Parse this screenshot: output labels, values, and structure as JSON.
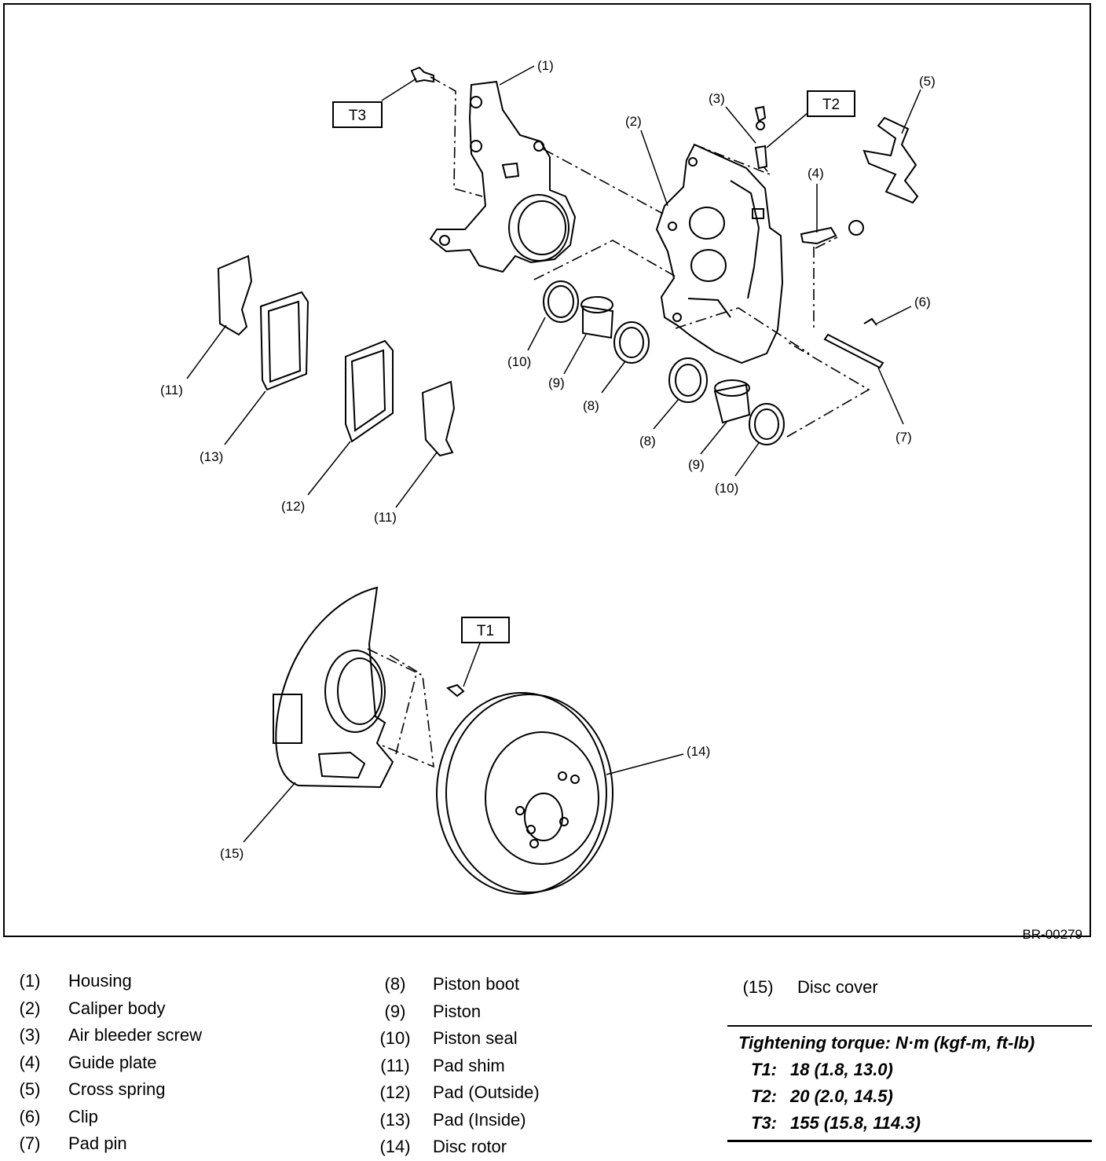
{
  "figure_id": "BR-00279",
  "callouts": {
    "c1": "(1)",
    "c2": "(2)",
    "c3": "(3)",
    "c4": "(4)",
    "c5": "(5)",
    "c6": "(6)",
    "c7": "(7)",
    "c8a": "(8)",
    "c8b": "(8)",
    "c9a": "(9)",
    "c9b": "(9)",
    "c10a": "(10)",
    "c10b": "(10)",
    "c11a": "(11)",
    "c11b": "(11)",
    "c12": "(12)",
    "c13": "(13)",
    "c14": "(14)",
    "c15": "(15)"
  },
  "torque_boxes": {
    "t1": "T1",
    "t2": "T2",
    "t3": "T3"
  },
  "legend": [
    {
      "num": "(1)",
      "name": "Housing"
    },
    {
      "num": "(2)",
      "name": "Caliper body"
    },
    {
      "num": "(3)",
      "name": "Air bleeder screw"
    },
    {
      "num": "(4)",
      "name": "Guide plate"
    },
    {
      "num": "(5)",
      "name": "Cross spring"
    },
    {
      "num": "(6)",
      "name": "Clip"
    },
    {
      "num": "(7)",
      "name": "Pad pin"
    },
    {
      "num": "(8)",
      "name": "Piston boot"
    },
    {
      "num": "(9)",
      "name": "Piston"
    },
    {
      "num": "(10)",
      "name": "Piston seal"
    },
    {
      "num": "(11)",
      "name": "Pad shim"
    },
    {
      "num": "(12)",
      "name": "Pad (Outside)"
    },
    {
      "num": "(13)",
      "name": "Pad (Inside)"
    },
    {
      "num": "(14)",
      "name": "Disc rotor"
    },
    {
      "num": "(15)",
      "name": "Disc cover"
    }
  ],
  "torque": {
    "heading": "Tightening torque: N·m (kgf-m, ft-lb)",
    "rows": [
      {
        "key": "T1:",
        "value": "18 (1.8, 13.0)"
      },
      {
        "key": "T2:",
        "value": "20 (2.0, 14.5)"
      },
      {
        "key": "T3:",
        "value": "155 (15.8, 114.3)"
      }
    ]
  }
}
